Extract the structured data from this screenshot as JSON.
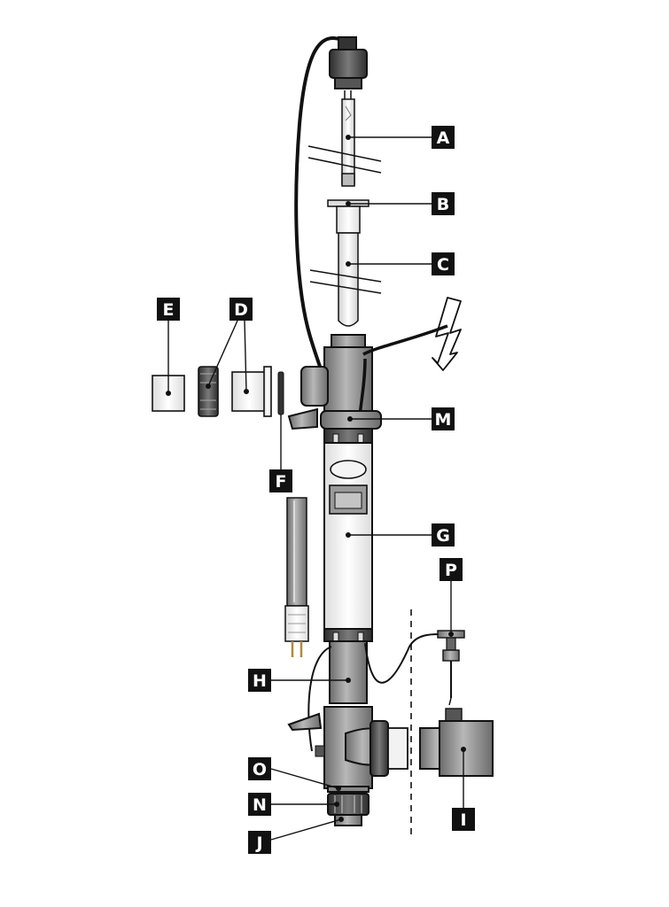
{
  "labels": {
    "A": "A",
    "B": "B",
    "C": "C",
    "D": "D",
    "E": "E",
    "F": "F",
    "G": "G",
    "H": "H",
    "I": "I",
    "J": "J",
    "M": "M",
    "N": "N",
    "O": "O",
    "P": "P"
  },
  "colors": {
    "label_box": "#111111",
    "label_text": "#ffffff",
    "body_gray": "#8c8c8c",
    "body_light": "#f2f2f2",
    "outline": "#111111"
  }
}
